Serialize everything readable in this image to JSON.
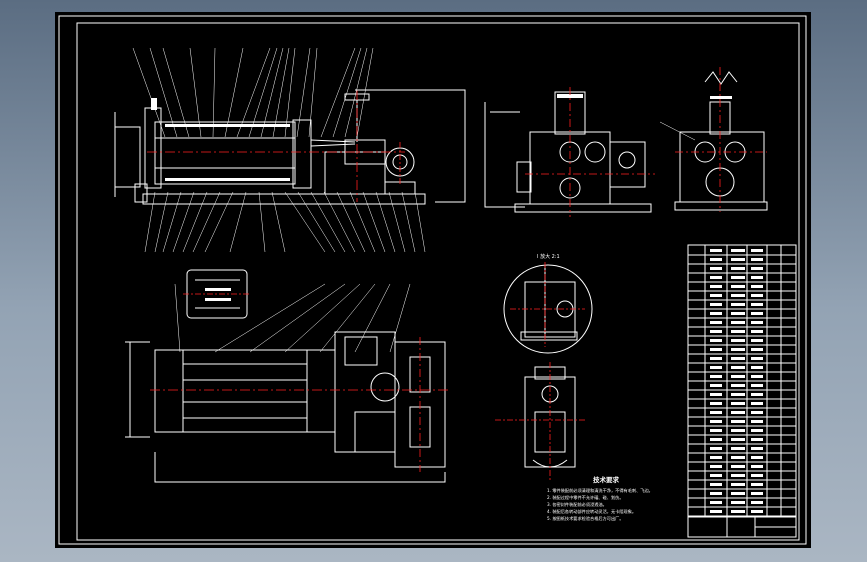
{
  "drawing": {
    "technical_requirements": {
      "title": "技术要求",
      "items": [
        "1. 零件装配前必须清理和清洗干净，不得有毛刺、飞边。",
        "2. 装配过程中零件不允许磕、碰、划伤。",
        "3. 各密封件装配前必须浸透油。",
        "4. 装配后各转动部件应转动灵活，无卡阻现象。",
        "5. 按图纸技术要求检验合格后方可出厂。"
      ]
    },
    "detail_view_label": "I 放大 2:1",
    "colors": {
      "background": "#000000",
      "lines": "#ffffff",
      "centerlines": "#ff2020"
    }
  }
}
